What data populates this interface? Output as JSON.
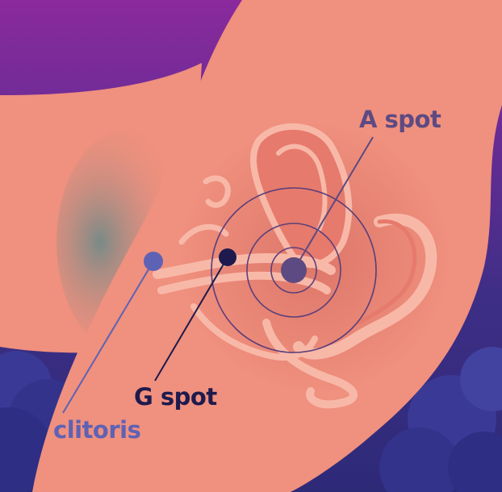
{
  "labels": {
    "a_spot": "A spot",
    "g_spot": "G spot",
    "clitoris": "clitoris"
  },
  "colors": {
    "background_top": "#8a2a9c",
    "background_bottom": "#2d2a78",
    "skin": "#f0907e",
    "organ_light": "#f8b8a8",
    "organ_dark": "#c8605a",
    "a_spot": "#5d4a82",
    "g_spot": "#1e1a4d",
    "clitoris": "#5e62b4",
    "rings": "#5b3f7a"
  }
}
